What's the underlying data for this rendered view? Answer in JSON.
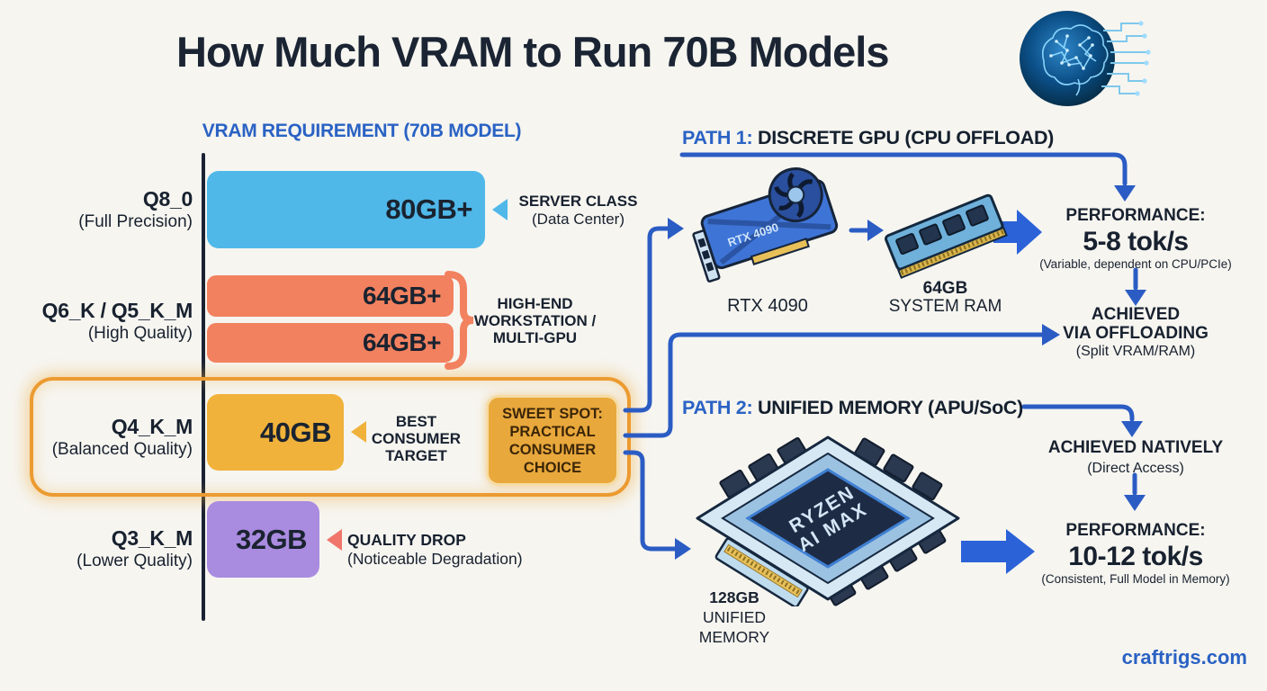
{
  "title": "How Much VRAM to Run 70B Models",
  "footer": "craftrigs.com",
  "colors": {
    "background": "#F6F5F0",
    "accent_blue": "#2B5CC4",
    "heading_blue": "#2A62C4",
    "dark_text": "#18212F",
    "bar_blue": "#4FB8E9",
    "bar_orange": "#F2815F",
    "bar_yellow": "#F0B23B",
    "bar_purple": "#A98BE0",
    "highlight_orange": "#EC9B31",
    "badge_gold": "#E9A83C",
    "marker_red": "#F0756A"
  },
  "chart": {
    "header": "VRAM REQUIREMENT (70B MODEL)",
    "row_q8": {
      "label": "Q8_0",
      "sublabel": "(Full Precision)",
      "value": "80GB+",
      "note_title": "SERVER CLASS",
      "note_sub": "(Data Center)"
    },
    "row_q6": {
      "label": "Q6_K / Q5_K_M",
      "sublabel": "(High Quality)",
      "value_top": "64GB+",
      "value_bottom": "64GB+",
      "note_l1": "HIGH-END",
      "note_l2": "WORKSTATION /",
      "note_l3": "MULTI-GPU"
    },
    "row_q4": {
      "label": "Q4_K_M",
      "sublabel": "(Balanced Quality)",
      "value": "40GB",
      "note_l1": "BEST",
      "note_l2": "CONSUMER",
      "note_l3": "TARGET",
      "badge_l1": "SWEET SPOT:",
      "badge_l2": "PRACTICAL",
      "badge_l3": "CONSUMER",
      "badge_l4": "CHOICE"
    },
    "row_q3": {
      "label": "Q3_K_M",
      "sublabel": "(Lower Quality)",
      "value": "32GB",
      "note_title": "QUALITY DROP",
      "note_sub": "(Noticeable Degradation)"
    }
  },
  "path1": {
    "prefix": "PATH 1:",
    "heading": "DISCRETE GPU (CPU OFFLOAD)",
    "gpu_name": "RTX 4090",
    "gpu_chip_text": "RTX 4090",
    "ram_capacity": "64GB",
    "ram_type": "SYSTEM RAM",
    "perf_label": "PERFORMANCE:",
    "perf_value": "5-8 tok/s",
    "perf_note": "(Variable, dependent on CPU/PCIe)",
    "achieved_l1": "ACHIEVED",
    "achieved_l2": "VIA OFFLOADING",
    "achieved_note": "(Split VRAM/RAM)"
  },
  "path2": {
    "prefix": "PATH 2:",
    "heading": "UNIFIED MEMORY (APU/SoC)",
    "chip_l1": "RYZEN",
    "chip_l2": "AI MAX",
    "mem_capacity": "128GB",
    "mem_l2": "UNIFIED",
    "mem_l3": "MEMORY",
    "achieved_title": "ACHIEVED NATIVELY",
    "achieved_note": "(Direct Access)",
    "perf_label": "PERFORMANCE:",
    "perf_value": "10-12 tok/s",
    "perf_note": "(Consistent, Full Model in Memory)"
  },
  "chart_data": {
    "type": "bar",
    "orientation": "horizontal",
    "title": "VRAM REQUIREMENT (70B MODEL)",
    "categories": [
      "Q8_0 (Full Precision)",
      "Q6_K / Q5_K_M (High Quality)",
      "Q4_K_M (Balanced Quality)",
      "Q3_K_M (Lower Quality)"
    ],
    "series": [
      {
        "name": "VRAM required (GB)",
        "values": [
          80,
          64,
          40,
          32
        ]
      }
    ],
    "value_labels": [
      "80GB+",
      "64GB+ / 64GB+ (two bars)",
      "40GB",
      "32GB"
    ],
    "bar_colors": [
      "#4FB8E9",
      "#F2815F",
      "#F0B23B",
      "#A98BE0"
    ],
    "annotations": [
      "SERVER CLASS (Data Center)",
      "HIGH-END WORKSTATION / MULTI-GPU",
      "BEST CONSUMER TARGET — SWEET SPOT: PRACTICAL CONSUMER CHOICE",
      "QUALITY DROP (Noticeable Degradation)"
    ],
    "xlim": [
      0,
      100
    ],
    "grid": false,
    "legend": "none"
  }
}
